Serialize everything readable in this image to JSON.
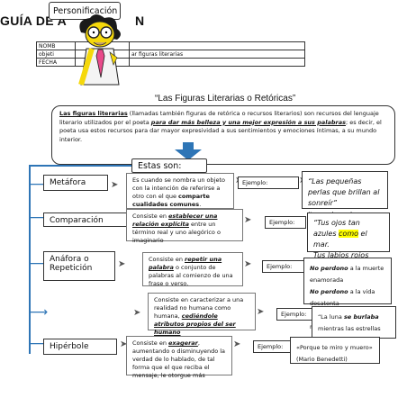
{
  "header": {
    "title": "GUÍA DE A",
    "title_tail": "N",
    "persona_label": "Personificación"
  },
  "info_table": {
    "rows": [
      {
        "label": "NOMB",
        "value": ""
      },
      {
        "label": "objeti",
        "value": "ar figuras literarias"
      },
      {
        "label": "FECHA",
        "value": ""
      }
    ]
  },
  "main_title": "“Las Figuras Literarias o Retóricas”",
  "intro": {
    "part1": "Las figuras literarias",
    "part2": " (llamadas también figuras de retórica o recursos literarios) son recursos del lenguaje literario utilizados por el poeta ",
    "part3": "para dar más belleza y una mejor expresión a sus palabras",
    "part4": "; es decir, el poeta usa estos recursos para dar mayor expresividad a sus sentimientos y emociones íntimas, a su mundo interior."
  },
  "estas_son": "Estas son:",
  "figures": [
    {
      "name": "Metáfora",
      "def_html": "Es cuando se nombra un objeto con la intención de referirse a otro con el que <b>comparte cualidades comunes</b>.",
      "ej": "Ejemplo:",
      "ex_html": "<i style='font-size:8px'>“Las pequeñas perlas que brillan al sonreír”</i><br><span style='font-size:6.5px'>(Las perlas es la metáfora para los dientes).</span>"
    },
    {
      "name": "Comparación",
      "def_html": "Consiste en <span class='bi'>establecer una relación explícita</span> entre un término real y uno alegórico o imaginario",
      "ej": "Ejemplo:",
      "ex_html": "<i style='font-size:8px'>“Tus ojos tan azules <span class='hi'>como</span> el mar.<br>Tus labios rojos <span class='hi'>como</span> cerezas.”</i>"
    },
    {
      "name": "Anáfora o Repetición",
      "def_html": "Consiste en <span class='bi'>repetir una palabra</span> o conjunto de palabras al comienzo de una frase o verso.",
      "ej": "Ejemplo:",
      "ex_html": "<span style='font-size:6.5px'><b><i>No perdono</i></b> a la muerte enamorada<br><b><i>No perdono</i></b> a la vida desatenta<br><b><i>No perdono</i></b> a la tierra ni a la nada”</span>"
    },
    {
      "name": "",
      "def_html": "Consiste en caracterizar a una realidad no humana como humana, <span class='bi'>cediéndole atributos propios del ser humano</span>",
      "ej": "Ejemplo:",
      "ex_html": "<span style='font-size:6.5px'>“La luna <b><i>se burlaba</i></b><br>mientras las estrellas<br><b><i>me miraban</i></b>”</span>"
    },
    {
      "name": "Hipérbole",
      "def_html": "Consiste en <span class='bi'>exagerar</span>, aumentando o disminuyendo la verdad de lo hablado, de tal forma que el que reciba el mensaje, le otorgue más",
      "ej": "Ejemplo:",
      "ex_html": "<span style='font-size:6.5px'>«Porque te miro y muero»<br>(Mario Benedetti)</span>"
    }
  ]
}
